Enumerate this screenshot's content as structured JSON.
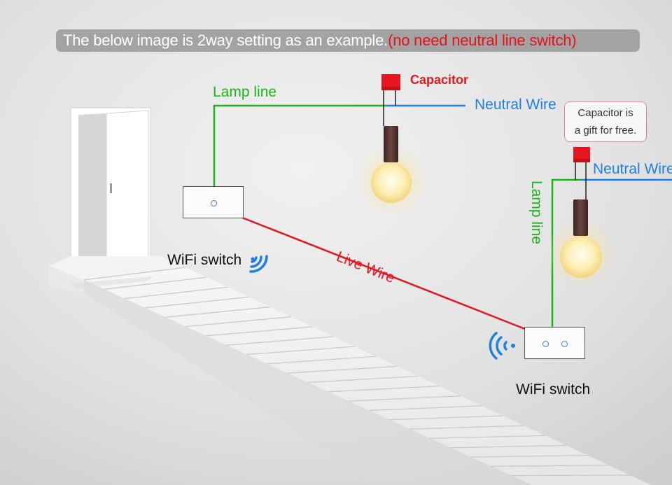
{
  "banner": {
    "main_text": "The below image is 2way setting as an example.",
    "note_text": "(no need neutral line switch)"
  },
  "labels": {
    "lamp_line_1": "Lamp line",
    "capacitor": "Capacitor",
    "neutral_wire_1": "Neutral Wire",
    "callout_line1": "Capacitor is",
    "callout_line2": "a gift for free.",
    "neutral_wire_2": "Neutral Wire",
    "lamp_line_2": "Lamp line",
    "live_wire": "Live Wire",
    "wifi_switch_1": "WiFi switch",
    "wifi_switch_2": "WiFi switch"
  },
  "colors": {
    "lamp_line": "#1bb51b",
    "neutral_wire": "#1f7fe3",
    "live_wire": "#e5161f",
    "capacitor": "#e5161f",
    "wifi_icon": "#1f7fe3"
  },
  "switches": [
    {
      "id": "switch-1",
      "gang": 1
    },
    {
      "id": "switch-2",
      "gang": 2
    }
  ]
}
